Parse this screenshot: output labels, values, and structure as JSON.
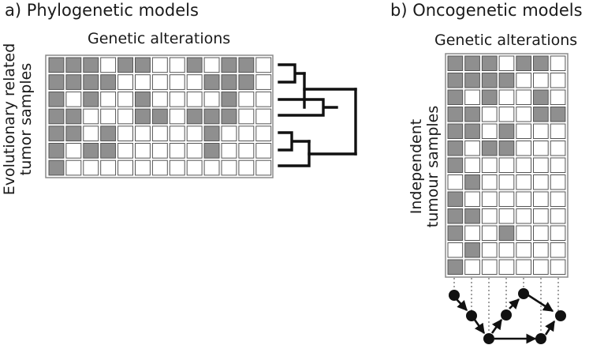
{
  "panel_a": {
    "title": "a)   Phylogenetic models",
    "grid_title": "Genetic alterations",
    "y_label_line1": "Evolutionary related",
    "y_label_line2": "tumor samples",
    "cells": [
      [
        1,
        1,
        1,
        0,
        1,
        1,
        0,
        0,
        1,
        0,
        1,
        1,
        0
      ],
      [
        1,
        1,
        1,
        1,
        0,
        0,
        0,
        0,
        0,
        1,
        1,
        1,
        0
      ],
      [
        1,
        0,
        1,
        0,
        0,
        1,
        0,
        0,
        0,
        0,
        1,
        0,
        0
      ],
      [
        1,
        1,
        0,
        0,
        0,
        1,
        1,
        0,
        1,
        1,
        1,
        0,
        0
      ],
      [
        1,
        1,
        0,
        1,
        0,
        0,
        0,
        0,
        0,
        1,
        0,
        0,
        0
      ],
      [
        1,
        0,
        1,
        1,
        0,
        0,
        0,
        0,
        0,
        1,
        0,
        0,
        0
      ],
      [
        1,
        0,
        0,
        0,
        0,
        0,
        0,
        0,
        0,
        0,
        0,
        0,
        0
      ]
    ]
  },
  "panel_b": {
    "title": "b)   Oncogenetic models",
    "grid_title": "Genetic alterations",
    "y_label_line1": "Independent",
    "y_label_line2": "tumour samples",
    "cells": [
      [
        1,
        1,
        1,
        0,
        1,
        1,
        0
      ],
      [
        1,
        1,
        1,
        1,
        0,
        0,
        0
      ],
      [
        1,
        0,
        1,
        0,
        0,
        1,
        0
      ],
      [
        1,
        1,
        0,
        0,
        0,
        1,
        1
      ],
      [
        1,
        1,
        0,
        1,
        0,
        0,
        0
      ],
      [
        1,
        0,
        1,
        1,
        0,
        0,
        0
      ],
      [
        1,
        0,
        0,
        0,
        0,
        0,
        0
      ],
      [
        0,
        1,
        0,
        0,
        0,
        0,
        0
      ],
      [
        1,
        0,
        0,
        0,
        0,
        0,
        0
      ],
      [
        1,
        1,
        0,
        0,
        0,
        0,
        0
      ],
      [
        1,
        0,
        0,
        1,
        0,
        0,
        0
      ],
      [
        0,
        1,
        0,
        0,
        0,
        0,
        0
      ],
      [
        1,
        0,
        0,
        0,
        0,
        0,
        0
      ]
    ]
  },
  "colors": {
    "filled": "#8f8f8f",
    "empty": "#ffffff",
    "cell_border": "#555555",
    "frame": "#8a8a8a",
    "ink": "#111111"
  }
}
